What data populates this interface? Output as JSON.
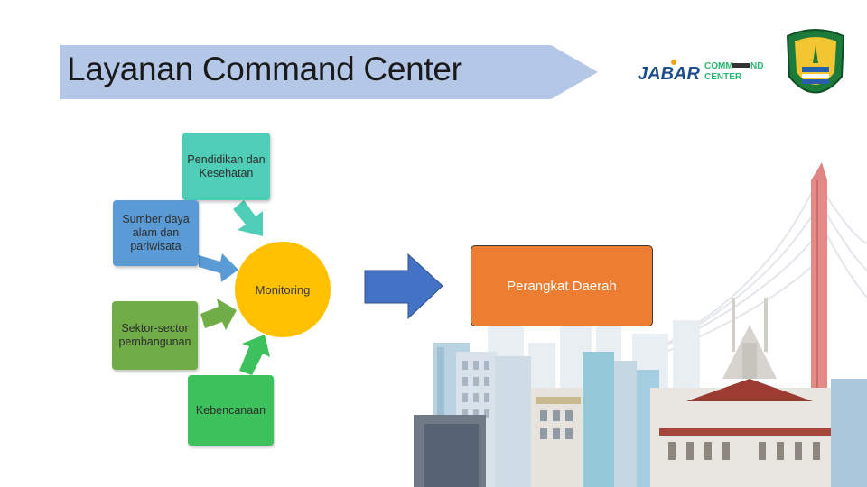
{
  "title": "Layanan Command Center",
  "logos": {
    "jabar_text": "JABAR",
    "command_text_line1": "COMM",
    "command_text_line1_end": "ND",
    "command_text_line2": "CENTER"
  },
  "diagram": {
    "categories": {
      "pendidikan": "Pendidikan dan Kesehatan",
      "sumber": "Sumber daya alam dan pariwisata",
      "sektor": "Sektor-sector pembangunan",
      "kebencanaan": "Kebencanaan"
    },
    "center": "Monitoring",
    "output": "Perangkat Daerah"
  },
  "colors": {
    "banner": "#b4c7e7",
    "pendidikan": "#4fcdb7",
    "sumber": "#5b9bd5",
    "sektor": "#70ad47",
    "kebencanaan": "#3cc15c",
    "monitoring": "#ffc000",
    "perangkat": "#ed7d31",
    "big_arrow": "#4472c4"
  }
}
